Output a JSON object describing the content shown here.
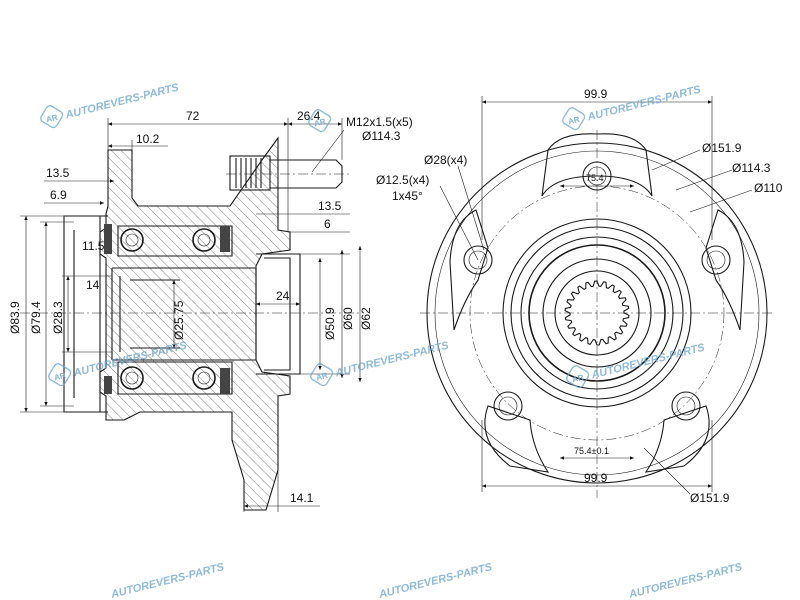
{
  "watermark": {
    "brand": "AUTOREVERS-PARTS",
    "badge": "AR"
  },
  "side_view": {
    "dims": {
      "width_72": "72",
      "stud_len": "26.4",
      "flange_th": "10.2",
      "d13_5": "13.5",
      "d6_9": "6.9",
      "d11_5": "11.5",
      "d14": "14",
      "d24": "24",
      "d13_5_right": "13.5",
      "d6": "6",
      "d14_1": "14.1",
      "dia_83_9": "Ø83.9",
      "dia_79_4": "Ø79.4",
      "dia_28_3": "Ø28.3",
      "dia_25_75": "Ø25.75",
      "dia_50_9": "Ø50.9",
      "dia_60": "Ø60",
      "dia_62": "Ø62"
    },
    "stud_note": "M12x1.5(x5)",
    "stud_pcd": "Ø114.3"
  },
  "front_view": {
    "dims": {
      "top_99_9": "99.9",
      "bottom_99_9": "99.9",
      "d75_4_top": "75.4",
      "d75_4_bottom": "75.4±0.1",
      "dia_151_9": "Ø151.9",
      "dia_114_3": "Ø114.3",
      "dia_110": "Ø110",
      "dia_28": "Ø28(x4)",
      "dia_12_5": "Ø12.5(x4)",
      "chamfer": "1x45°",
      "dia_151_9_bottom": "Ø151.9"
    }
  }
}
